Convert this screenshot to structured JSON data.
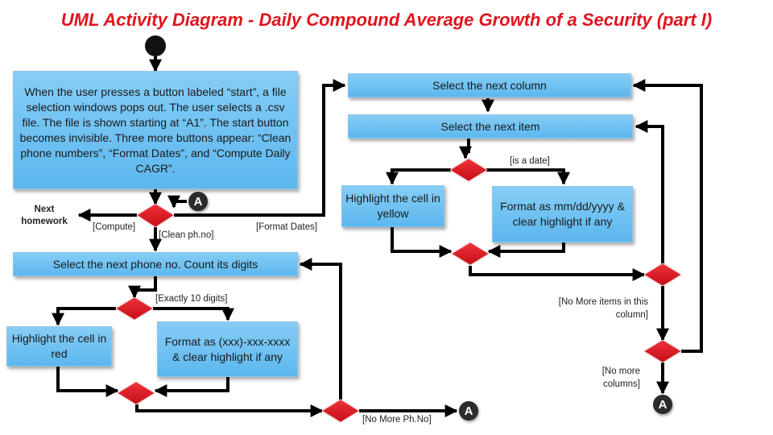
{
  "title": "UML Activity Diagram - Daily Compound Average Growth of a Security (part I)",
  "nodes": {
    "start_desc": "When the user presses a button labeled “start”, a file selection windows pops out. The user selects a .csv file. The file is shown starting at “A1”.  The start button becomes invisible. Three more buttons appear: “Clean phone numbers”, “Format Dates”, and “Compute Daily CAGR”.",
    "select_phone": "Select the next phone no. Count its digits",
    "highlight_red": "Highlight the cell in red",
    "format_phone": "Format as (xxx)-xxx-xxxx & clear highlight if any",
    "select_column": "Select the next column",
    "select_item": "Select the next item",
    "highlight_yellow": "Highlight the cell in yellow",
    "format_date": "Format as mm/dd/yyyy & clear highlight if any"
  },
  "guards": {
    "next_homework": "Next homework",
    "compute": "[Compute]",
    "clean_ph": "[Clean ph.no]",
    "format_dates": "[Format Dates]",
    "exactly_10": "[Exactly 10 digits]",
    "no_more_ph": "[No More Ph.No]",
    "is_date": "[is a date]",
    "no_more_items": "[No More items in this column]",
    "no_more_columns": "[No more columns]"
  },
  "connectors": {
    "a1": "A",
    "a2": "A",
    "a3": "A"
  }
}
